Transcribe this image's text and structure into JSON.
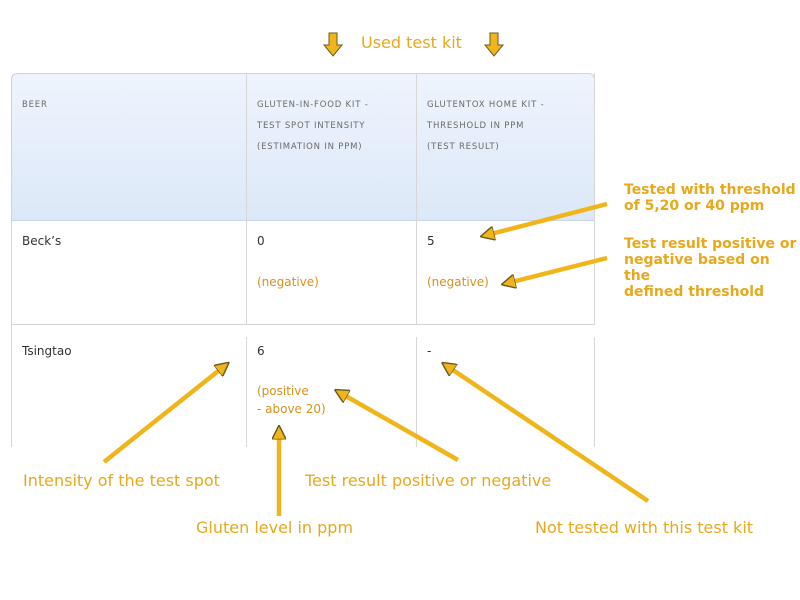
{
  "annotation_top": "Used test kit",
  "table": {
    "headers": [
      [
        "BEER"
      ],
      [
        "GLUTEN-IN-FOOD KIT -",
        "TEST SPOT INTENSITY",
        "(ESTIMATION IN PPM)"
      ],
      [
        "GLUTENTOX HOME KIT -",
        "THRESHOLD IN PPM",
        "(TEST RESULT)"
      ]
    ],
    "rows": [
      {
        "beer": "Beck’s",
        "gif_value": "0",
        "gif_result": "(negative)",
        "gth_value": "5",
        "gth_result": "(negative)"
      },
      {
        "beer": "Tsingtao",
        "gif_value": "6",
        "gif_result_line1": "(positive",
        "gif_result_line2": "- above 20)",
        "gth_value": "-"
      }
    ]
  },
  "annotations": {
    "threshold_line1": "Tested with threshold",
    "threshold_line2": "of 5,20 or 40 ppm",
    "result_line1": "Test result positive or",
    "result_line2": "negative based on the",
    "result_line3": "defined threshold",
    "intensity": "Intensity of the test spot",
    "pos_neg": "Test result positive or negative",
    "gluten_level": "Gluten level in ppm",
    "not_tested": "Not tested with this test kit"
  },
  "colors": {
    "annotation": "#e8a81c",
    "arrow_fill": "#f0b51a",
    "arrow_stroke": "#6b5a20",
    "header_bg": "#dce8f8",
    "result_text": "#d4921e"
  }
}
